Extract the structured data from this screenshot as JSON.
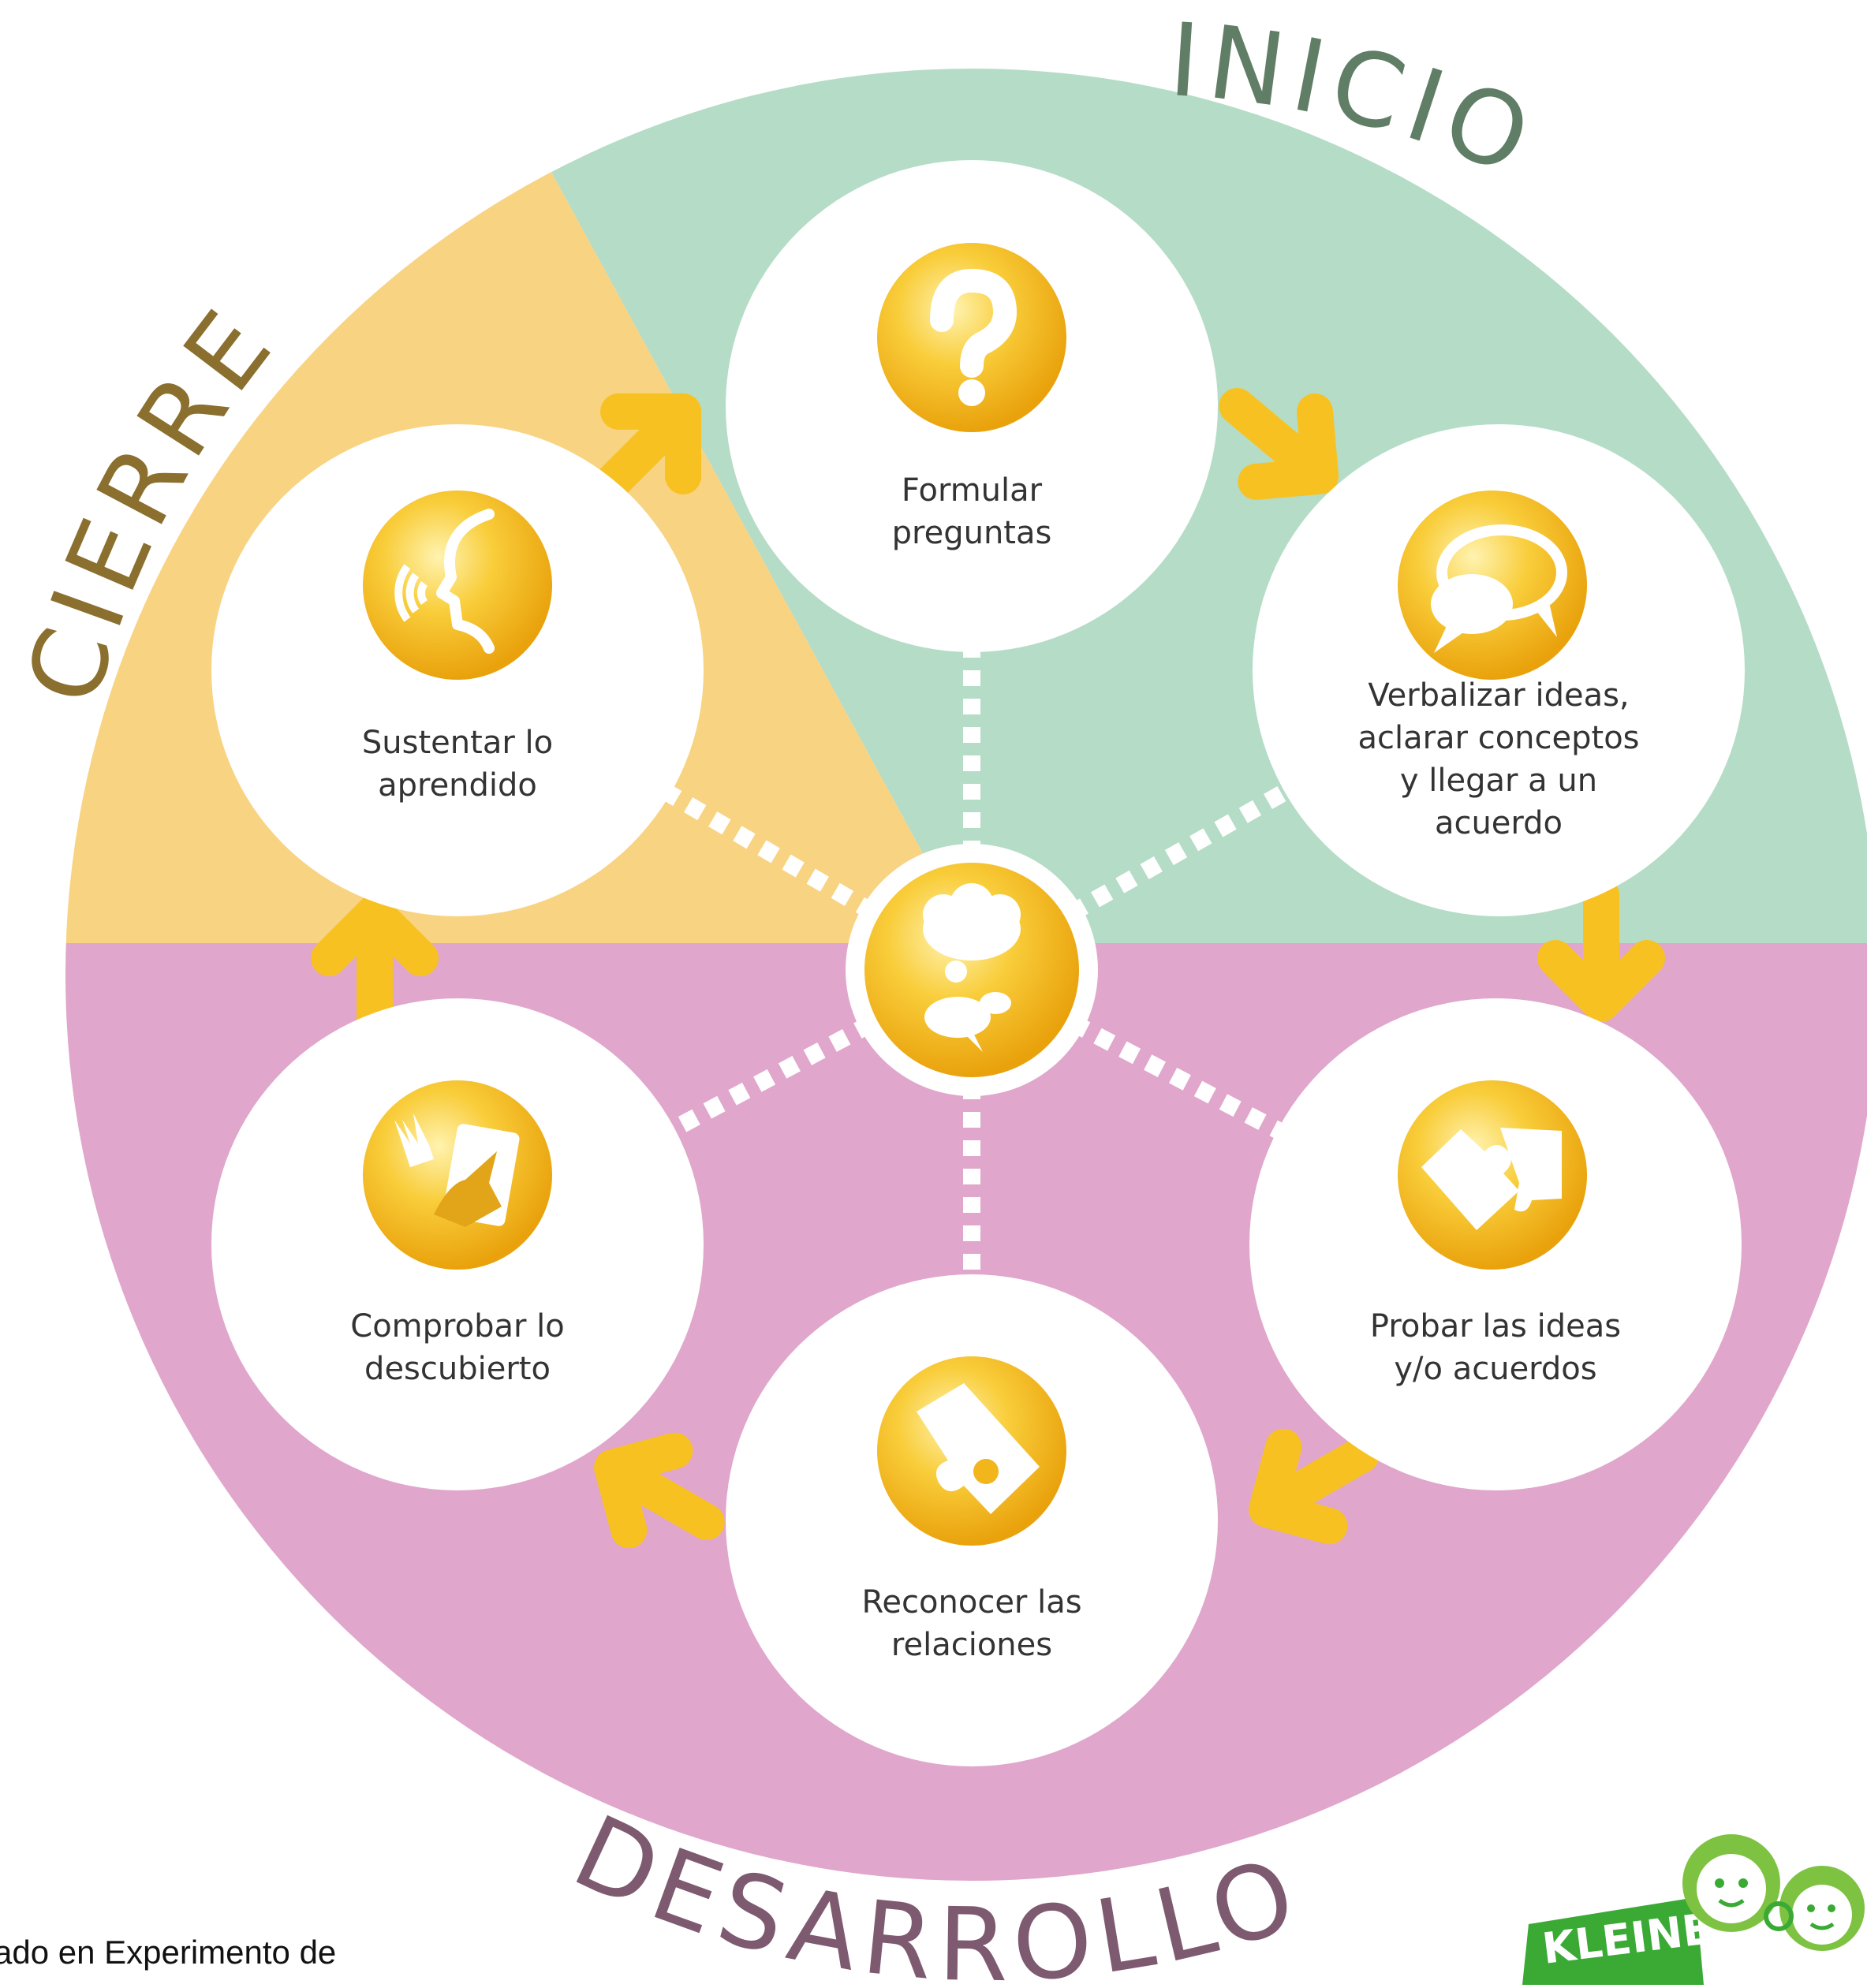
{
  "phases": {
    "inicio": {
      "label": "INICIO",
      "color": "#b5dcc6",
      "text_color": "#607d66"
    },
    "cierre": {
      "label": "CIERRE",
      "color": "#f8d382",
      "text_color": "#8a6f2f"
    },
    "desarrollo": {
      "label": "DESARROLLO",
      "color": "#e0a6cb",
      "text_color": "#7e5a70"
    }
  },
  "steps": [
    {
      "id": "formular",
      "lines": [
        "Formular",
        "preguntas"
      ],
      "icon": "question-icon"
    },
    {
      "id": "verbalizar",
      "lines": [
        "Verbalizar ideas,",
        "aclarar conceptos",
        "y llegar a un",
        "acuerdo"
      ],
      "icon": "speech-bubbles-icon"
    },
    {
      "id": "probar",
      "lines": [
        "Probar las ideas",
        "y/o acuerdos"
      ],
      "icon": "puzzle-pieces-icon"
    },
    {
      "id": "reconocer",
      "lines": [
        "Reconocer las",
        "relaciones"
      ],
      "icon": "puzzle-piece-icon"
    },
    {
      "id": "comprobar",
      "lines": [
        "Comprobar lo",
        "descubierto"
      ],
      "icon": "hands-paper-icon"
    },
    {
      "id": "sustentar",
      "lines": [
        "Sustentar lo",
        "aprendido"
      ],
      "icon": "speaking-head-icon"
    }
  ],
  "center": {
    "icon": "thought-bubbles-icon"
  },
  "colors": {
    "accent": "#f7c221",
    "accent_dark": "#e8a80c",
    "dotted": "#ffffff"
  },
  "footnote": "ado en Experimento de",
  "logo": {
    "text": "KLEINE",
    "color": "#3aaa35"
  }
}
